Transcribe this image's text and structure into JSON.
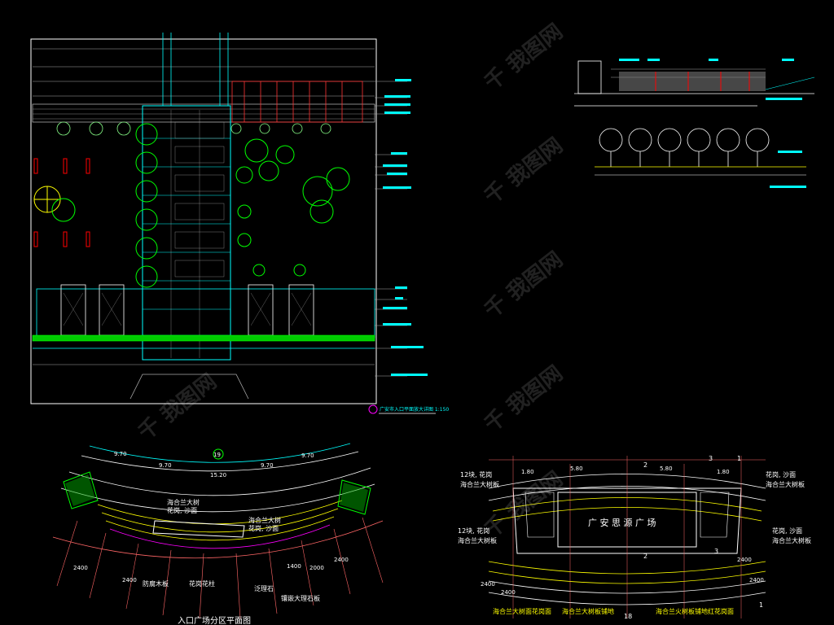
{
  "colors": {
    "background": "#000000",
    "line_white": "#ffffff",
    "line_cyan": "#00ffff",
    "line_green": "#00ff00",
    "line_red": "#ff0000",
    "line_yellow": "#ffff00",
    "line_magenta": "#ff00ff"
  },
  "plan_top": {
    "title": "广安市入口平面放大详图 1:150",
    "tag_label": "1"
  },
  "entrance_plan": {
    "title": "入口广场分区平面图",
    "dims_top": [
      "9.70",
      "9.70",
      "9.70",
      "9.70"
    ],
    "dim_total": "15.20",
    "axis_label": "19",
    "notes": [
      "海合兰大树",
      "花岗, 沙面",
      "海合兰大树",
      "花岗, 沙面"
    ],
    "callouts": [
      "防腐木板",
      "花岗花柱",
      "泛理石",
      "镶嵌大理石板"
    ],
    "side_dims": [
      "2400",
      "2400",
      "2400",
      "1400",
      "2000"
    ]
  },
  "square_plan": {
    "center_text": "广 安 思 源 广 场",
    "dims_top": [
      "1.80",
      "5.80",
      "5.80",
      "1.80"
    ],
    "axis_labels": [
      "2",
      "3",
      "1",
      "2",
      "3",
      "1",
      "18"
    ],
    "left_notes": [
      "12块, 花岗",
      "海合兰大树板",
      "12块, 花岗",
      "海合兰大树板"
    ],
    "right_notes": [
      "花岗, 沙面",
      "海合兰大树板",
      "花岗, 沙面",
      "海合兰大树板"
    ],
    "bottom_notes": [
      "海合兰大树面花岗面",
      "海合兰大树板铺地",
      "海合兰火树板铺地红花岗面"
    ],
    "side_dims": [
      "2400",
      "2400",
      "2400",
      "2400"
    ]
  },
  "watermark": {
    "text": "千 我图网",
    "icon": "flame-logo-icon"
  }
}
